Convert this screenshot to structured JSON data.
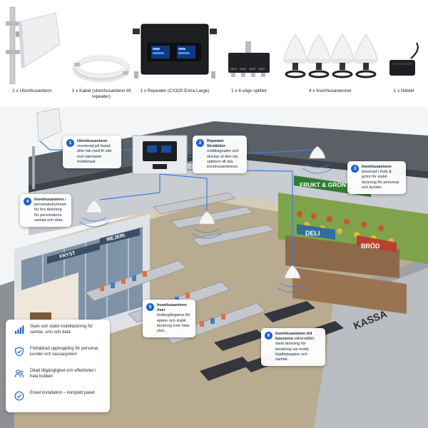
{
  "products": [
    {
      "label": "1 x Utomhusantenn",
      "icon": "outdoor-antenna-icon"
    },
    {
      "label": "1 x Kabel (utomhusantenn till repeater)",
      "icon": "cable-coil-icon"
    },
    {
      "label": "1 x Repeater (CX320 Extra Large)",
      "icon": "repeater-icon",
      "port_labels": [
        "OUT1",
        "OUT2",
        "OUT3",
        "OUT4"
      ]
    },
    {
      "label": "1 x 4-vägs splitter",
      "icon": "splitter-icon"
    },
    {
      "label": "4 x Inomhusantenner",
      "icon": "indoor-antenna-icon"
    },
    {
      "label": "1 x Nätdel",
      "icon": "power-adapter-icon"
    }
  ],
  "signs": {
    "frukt": "FRUKT & GRÖNT",
    "deli": "DELI",
    "brod": "BRÖD",
    "kassa": "KASSA",
    "fryst": "FRYST",
    "mejeri": "MEJERI"
  },
  "callouts": [
    {
      "num": "1",
      "title": "Utomhusantenn",
      "body": "monterad på fasad eller tak med fri sikt mot närmaste mobilmast."
    },
    {
      "num": "2",
      "title": "Repeater förstärker",
      "body": "mobilsignalen och skickar ut den via splittern till alla inomhusantenner."
    },
    {
      "num": "3",
      "title": "Inomhusantenn",
      "body": "placerad i frukt & grönt för stabil täckning för personal och kunder."
    },
    {
      "num": "4",
      "title": "Inomhusantenn",
      "body": "i personalutrymmet för bra täckning för personalens samtal och data."
    },
    {
      "num": "5",
      "title": "Inomhusantenn över",
      "body": "butiksgångarna för ejämn och stabil täckning över hela ytan."
    },
    {
      "num": "6",
      "title": "Inomhusantenn vid kassorna",
      "body": "säkerställer stark täckning för betalning via mobil, lojalitetsappar och samtal."
    }
  ],
  "benefits": [
    {
      "text": "Stark och stabil mobiltäckning för samtal, sms och data",
      "icon": "signal-bars-icon"
    },
    {
      "text": "Förbättrad uppkoppling för personal, kunder och kassasystem",
      "icon": "shield-check-icon"
    },
    {
      "text": "Ökad tillgänglighet och effektivitet i hela butiken",
      "icon": "people-icon"
    },
    {
      "text": "Enkel installation – komplett paket",
      "icon": "check-circle-icon"
    }
  ],
  "colors": {
    "accent": "#1f62c7",
    "signal_line": "#3a7fe0",
    "sign_green": "#2f7d32",
    "sign_red": "#b8402f"
  }
}
